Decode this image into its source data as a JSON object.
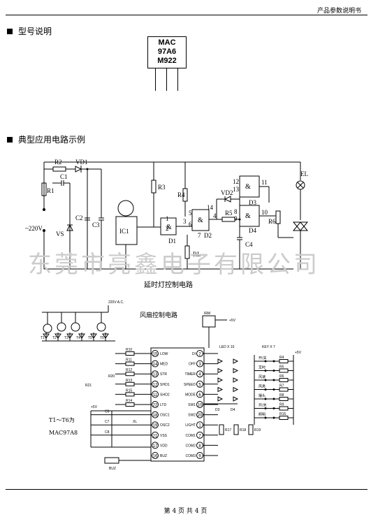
{
  "header": {
    "title": "产品参数说明书"
  },
  "section1": {
    "title": "型号说明"
  },
  "chip": {
    "line1": "MAC",
    "line2": "97A6",
    "line3": "M922"
  },
  "section2": {
    "title": "典型应用电路示例"
  },
  "circuit1": {
    "caption": "延时灯控制电路",
    "labels": {
      "R2": "R2",
      "VD1": "VD1",
      "R1": "R1",
      "C1": "C1",
      "V220": "~220V",
      "VS": "VS",
      "C2": "C2",
      "C3": "C3",
      "IC1": "IC1",
      "R3": "R3",
      "R4": "R4",
      "D1": "D1",
      "D2": "D2",
      "RL": "RL",
      "VD2": "VD2",
      "R5": "R5",
      "C4": "C4",
      "D3": "D3",
      "D4": "D4",
      "R6": "R6",
      "EL": "EL",
      "p1": "1",
      "p2": "2",
      "p3": "3",
      "p5": "5",
      "p6": "6",
      "p7": "7",
      "p4": "4",
      "p14": "14",
      "p12": "12",
      "p13": "13",
      "p11": "11",
      "p8": "8",
      "p9": "9",
      "p10": "10",
      "amp": "&"
    }
  },
  "watermark": {
    "text": "东莞市亮鑫电子有限公司"
  },
  "circuit2": {
    "title": "风扇控制电路",
    "note1": "T1～T6为",
    "note2": "MAC97A8",
    "leftPins": [
      {
        "num": "15",
        "name": "LOW",
        "r": "R10"
      },
      {
        "num": "14",
        "name": "MED",
        "r": "R11"
      },
      {
        "num": "13",
        "name": "STR",
        "r": "R12"
      },
      {
        "num": "12",
        "name": "SHO1",
        "r": "R13"
      },
      {
        "num": "11",
        "name": "SHO2",
        "r": "R15"
      },
      {
        "num": "22",
        "name": "LTD",
        "r": "R14"
      },
      {
        "num": "18",
        "name": "OSC1",
        "r": "C6"
      },
      {
        "num": "19",
        "name": "OSC2",
        "r": "C7"
      },
      {
        "num": "21",
        "name": "VSS",
        "r": "C8"
      },
      {
        "num": "17",
        "name": "VDD",
        "r": ""
      },
      {
        "num": "16",
        "name": "BUZ",
        "r": ""
      }
    ],
    "rightPins": [
      {
        "num": "2",
        "name": "DI"
      },
      {
        "num": "3",
        "name": "OFF"
      },
      {
        "num": "4",
        "name": "TIMER"
      },
      {
        "num": "5",
        "name": "SPEED"
      },
      {
        "num": "6",
        "name": "MODE"
      },
      {
        "num": "10",
        "name": "SW1"
      },
      {
        "num": "20",
        "name": "SW2"
      },
      {
        "num": "1",
        "name": "LIGHT"
      },
      {
        "num": "7",
        "name": "COM1"
      },
      {
        "num": "8",
        "name": "COM2"
      },
      {
        "num": "9",
        "name": "COM3"
      }
    ],
    "keys": [
      "开/关",
      "定时",
      "风速",
      "风类",
      "摆头",
      "开/关",
      "照明"
    ],
    "keyR": [
      "R4",
      "R5",
      "R6",
      "R7",
      "R8",
      "R9",
      "R16"
    ],
    "misc": {
      "v5a": "+5V",
      "v5b": "+5V",
      "v5c": "+5V",
      "ac": "220V A.C.",
      "irm": "IRM",
      "led": "LED  X  10",
      "key": "KEY  X  7",
      "buz": "BUZ",
      "xl": "XL",
      "r17": "R17",
      "r18": "R18",
      "r19": "R19",
      "d3": "D3",
      "d4": "D4",
      "r20": "R20",
      "r21": "R21",
      "t": [
        "T1",
        "T2",
        "T3",
        "T4",
        "T5",
        "T6"
      ]
    }
  },
  "footer": {
    "page": "第 4 页 共 4 页"
  }
}
